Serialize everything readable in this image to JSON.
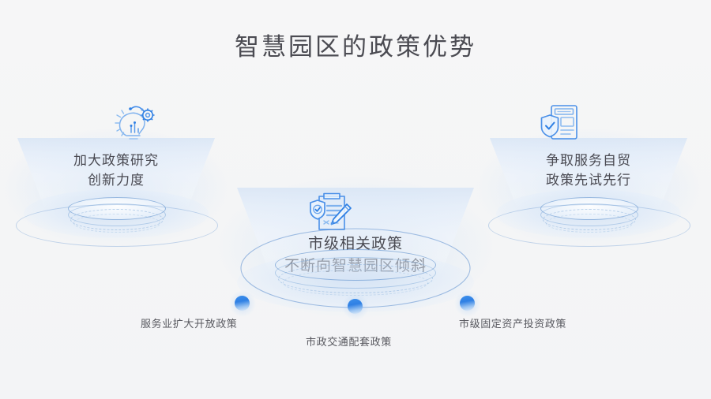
{
  "page": {
    "title": "智慧园区的政策优势",
    "background_color": "#f5f5f6",
    "title_color": "#4b4b52",
    "accent_color": "#2f80e4"
  },
  "cards": [
    {
      "id": "left",
      "icon": "lightbulb-gear-icon",
      "line1": "加大政策研究",
      "line2": "创新力度"
    },
    {
      "id": "center",
      "icon": "clipboard-shield-pen-icon",
      "line1": "市级相关政策",
      "line2": "不断向智慧园区倾斜"
    },
    {
      "id": "right",
      "icon": "document-shield-check-icon",
      "line1": "争取服务自贸",
      "line2": "政策先试先行"
    }
  ],
  "nodes": [
    {
      "id": "left",
      "label": "服务业扩大开放政策"
    },
    {
      "id": "center",
      "label": "市政交通配套政策"
    },
    {
      "id": "right",
      "label": "市级固定资产投资政策"
    }
  ]
}
